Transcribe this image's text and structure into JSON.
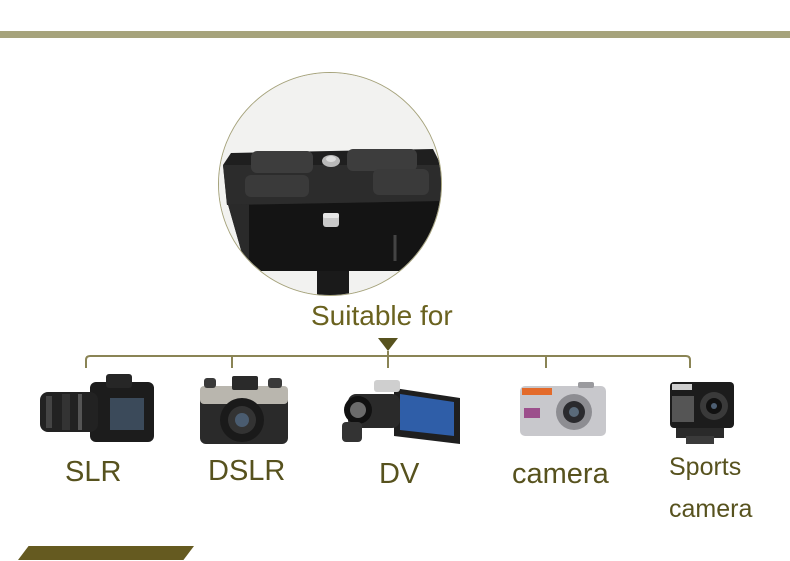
{
  "heading": "Suitable for",
  "devices": [
    {
      "label": "SLR",
      "icon": "slr-camera-icon"
    },
    {
      "label": "DSLR",
      "icon": "dslr-camera-icon"
    },
    {
      "label": "DV",
      "icon": "camcorder-icon"
    },
    {
      "label": "camera",
      "icon": "compact-camera-icon"
    },
    {
      "label_line1": "Sports",
      "label_line2": "camera",
      "icon": "action-camera-icon"
    }
  ],
  "colors": {
    "accent": "#a6a37c",
    "text": "#57521e",
    "dark_bar": "#655a20"
  }
}
